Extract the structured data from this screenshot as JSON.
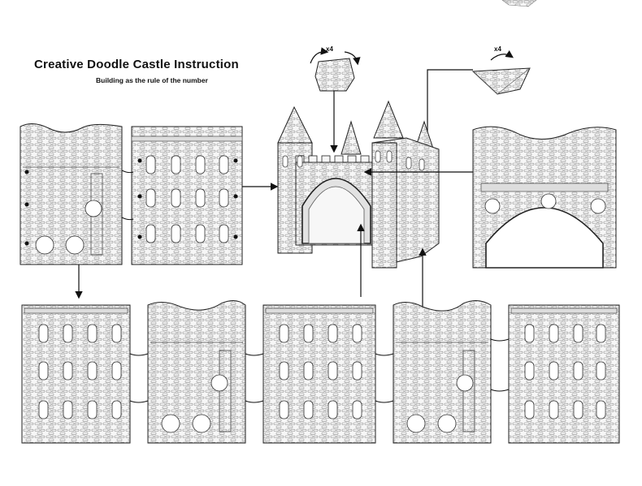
{
  "header": {
    "title": "Creative Doodle Castle Instruction",
    "subtitle": "Building as the rule of the number"
  },
  "parts": {
    "tower_cap_qty": "x4",
    "corner_roof_qty": "x4"
  },
  "colors": {
    "line": "#222222",
    "panel_fill": "#f4f4f4",
    "brick": "#9a9a9a",
    "door_fill": "#e2e2e2"
  }
}
